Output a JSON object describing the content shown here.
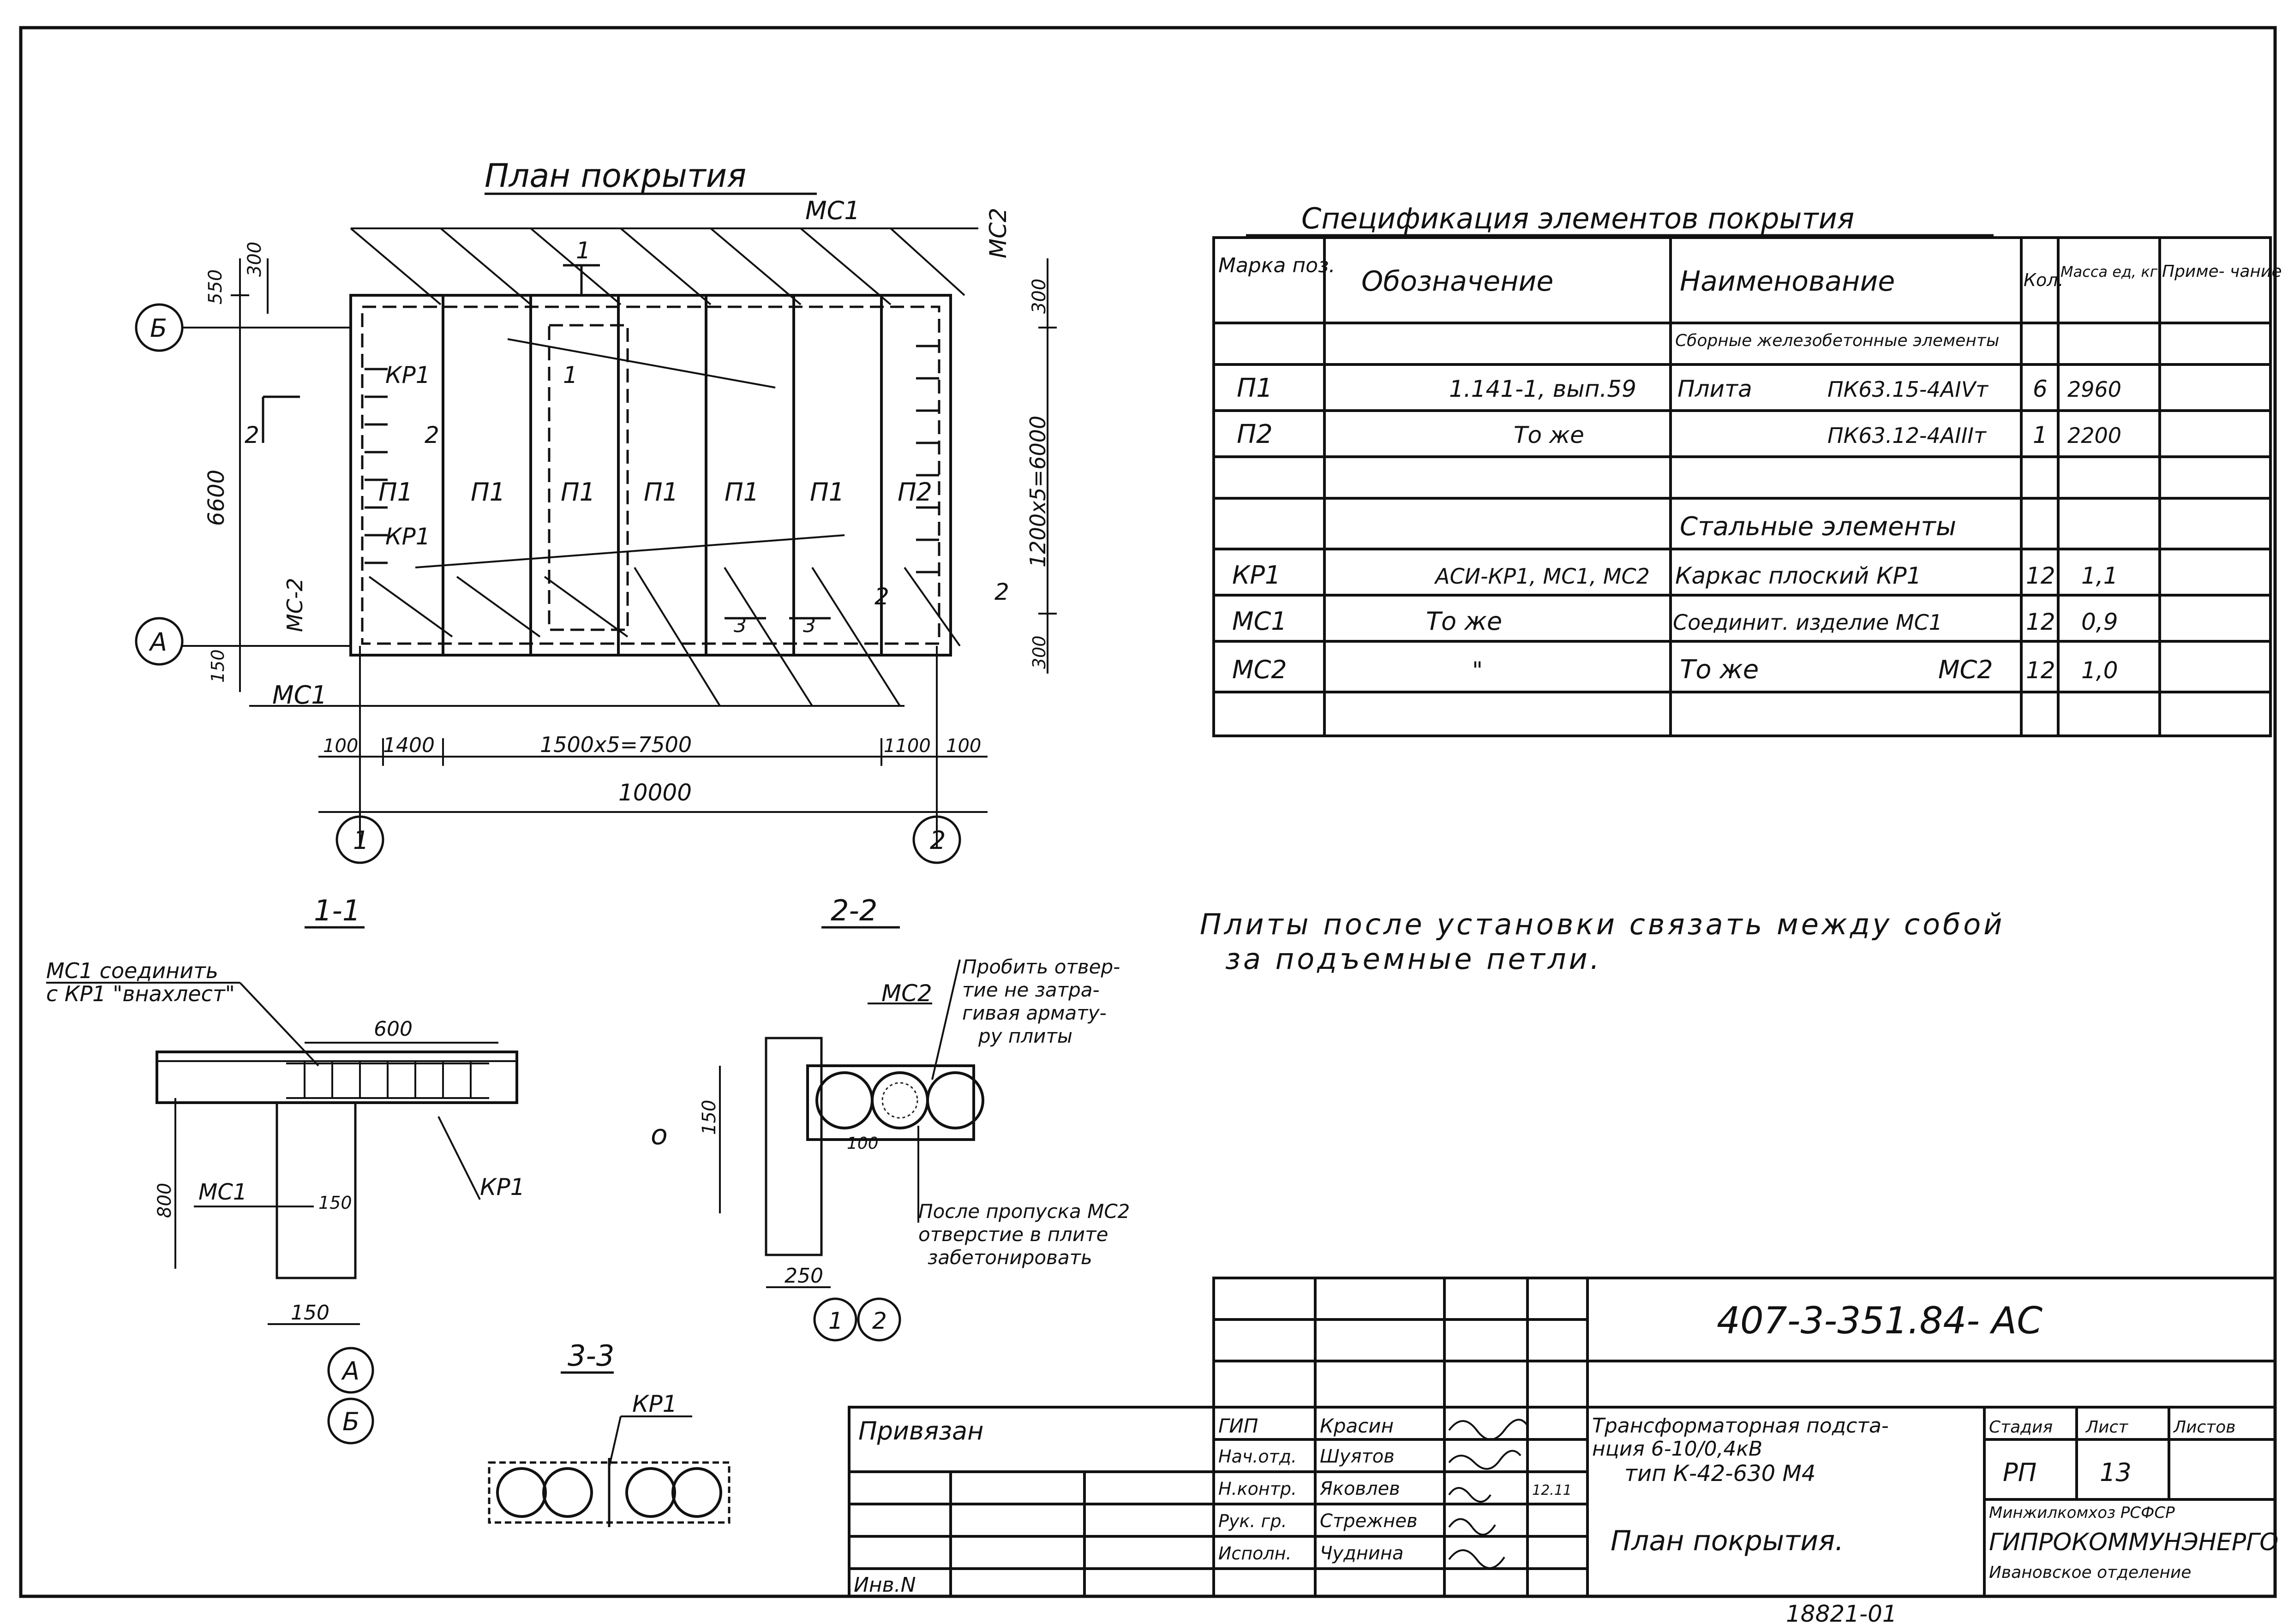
{
  "plan": {
    "title": "План покрытия",
    "mc1_top": "МС1",
    "mc2_right": "МС2",
    "mc1_bottom": "МС1",
    "mc2_left": "МС-2",
    "axis_b": "Б",
    "axis_a": "А",
    "axis_1": "1",
    "axis_2": "2",
    "dim_550": "550",
    "dim_300_top": "300",
    "dim_6600": "6600",
    "dim_150": "150",
    "dim_300_right": "300",
    "dim_1200x5": "1200х5=6000",
    "dim_300_bottom_right": "300",
    "dim_100_left": "100",
    "dim_1400": "1400",
    "dim_1500x5": "1500х5=7500",
    "dim_1100": "1100",
    "dim_100_right": "100",
    "dim_10000": "10000",
    "kp1_upper": "КР1",
    "kp1_lower": "КР1",
    "slabs": [
      "П1",
      "П1",
      "П1",
      "П1",
      "П1",
      "П1",
      "П2"
    ],
    "cut_1": "1",
    "cut_2": "2",
    "cut_3": "3"
  },
  "spec": {
    "title": "Спецификация элементов покрытия",
    "headers": [
      "Марка поз.",
      "Обозначение",
      "Наименование",
      "Кол.",
      "Масса ед, кг",
      "Приме- чание"
    ],
    "section_1": "Сборные железобетонные элементы",
    "section_2": "Стальные элементы",
    "rows": [
      {
        "mark": "П1",
        "designation": "1.141-1, вып.59",
        "name_a": "Плита",
        "name_b": "ПК63.15-4АIVт",
        "qty": "6",
        "mass": "2960",
        "note": ""
      },
      {
        "mark": "П2",
        "designation": "То же",
        "name_a": "",
        "name_b": "ПК63.12-4АIIIт",
        "qty": "1",
        "mass": "2200",
        "note": ""
      },
      {
        "mark": "КР1",
        "designation": "АСИ-КР1, МС1, МС2",
        "name_a": "Каркас плоский КР1",
        "name_b": "",
        "qty": "12",
        "mass": "1,1",
        "note": ""
      },
      {
        "mark": "МС1",
        "designation": "То же",
        "name_a": "Соединит. изделие МС1",
        "name_b": "",
        "qty": "12",
        "mass": "0,9",
        "note": ""
      },
      {
        "mark": "МС2",
        "designation": "\"",
        "name_a": "То же",
        "name_b": "МС2",
        "qty": "12",
        "mass": "1,0",
        "note": ""
      }
    ]
  },
  "note": {
    "line1": "Плиты после установки связать между собой",
    "line2": "за подъемные петли."
  },
  "section_1_1": {
    "title": "1-1",
    "label_line1": "МС1 соединить",
    "label_line2": "с КР1 \"внахлест\"",
    "dim_600": "600",
    "dim_800": "800",
    "mc1": "МС1",
    "kp1": "КР1",
    "dim_150_a": "150",
    "dim_150_b": "150",
    "axis_a": "А",
    "axis_b": "Б"
  },
  "section_2_2": {
    "title": "2-2",
    "mc2": "МС2",
    "note_top_1": "Пробить отвер-",
    "note_top_2": "тие не затра-",
    "note_top_3": "гивая армату-",
    "note_top_4": "ру плиты",
    "note_bot_1": "После пропуска МС2",
    "note_bot_2": "отверстие в плите",
    "note_bot_3": "забетонировать",
    "dim_150": "150",
    "dim_100": "100",
    "dim_250": "250",
    "axis_1": "1",
    "axis_2": "2",
    "mark_o": "о"
  },
  "section_3_3": {
    "title": "3-3",
    "kp1": "КР1"
  },
  "stamp": {
    "code": "407-3-351.84- АС",
    "privyazan": "Привязан",
    "inv": "Инв.N",
    "roles": [
      "ГИП",
      "Нач.отд.",
      "Н.контр.",
      "Рук. гр.",
      "Исполн."
    ],
    "names": [
      "Красин",
      "Шуятов",
      "Яковлев",
      "Стрежнев",
      "Чуднина"
    ],
    "date": "12.11",
    "project_line1": "Трансформаторная подста-",
    "project_line2": "нция 6-10/0,4кВ",
    "project_line3": "тип К-42-630 М4",
    "sheet_title": "План покрытия.",
    "stage_label": "Стадия",
    "sheet_label": "Лист",
    "sheets_label": "Листов",
    "stage": "РП",
    "sheet": "13",
    "org_1": "Минжилкомхоз РСФСР",
    "org_2": "ГИПРОКОММУНЭНЕРГО",
    "org_3": "Ивановское отделение"
  },
  "footer_number": "18821-01"
}
